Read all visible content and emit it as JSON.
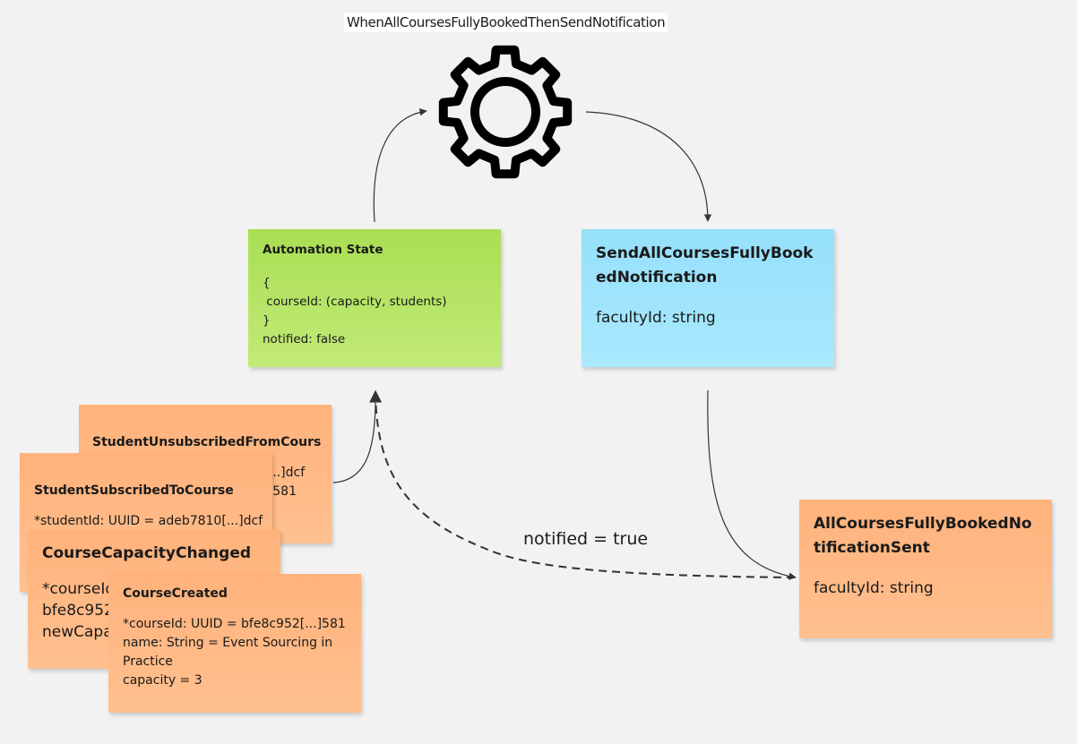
{
  "diagram": {
    "title": "WhenAllCoursesFullyBookedThenSendNotification",
    "automation_icon": "gear-icon",
    "edge_label": "notified = true",
    "notes": {
      "automation_state": {
        "title": "Automation State",
        "body": "{\n courseId: (capacity, students)\n}\nnotified: false",
        "color": "#b5e465"
      },
      "command": {
        "title": "SendAllCoursesFullyBookedNotification",
        "body": "facultyId: string",
        "color": "#a0e4fc"
      },
      "event_sent": {
        "title": "AllCoursesFullyBookedNotificationSent",
        "body": "facultyId: string",
        "color": "#ffb985"
      },
      "event_unsubscribed": {
        "title": "StudentUnsubscribedFromCours",
        "body": "                                         0[...]dcf\n                                         ...]581"
      },
      "event_subscribed": {
        "title": "StudentSubscribedToCourse",
        "body": "*studentId: UUID = adeb7810[...]dcf"
      },
      "event_capacity_changed": {
        "title": "CourseCapacityChanged",
        "body": "*courseId\nbfe8c952\nnewCapa"
      },
      "event_created": {
        "title": "CourseCreated",
        "body": "*courseId: UUID = bfe8c952[...]581\nname: String = Event Sourcing in\nPractice\ncapacity = 3"
      }
    }
  }
}
